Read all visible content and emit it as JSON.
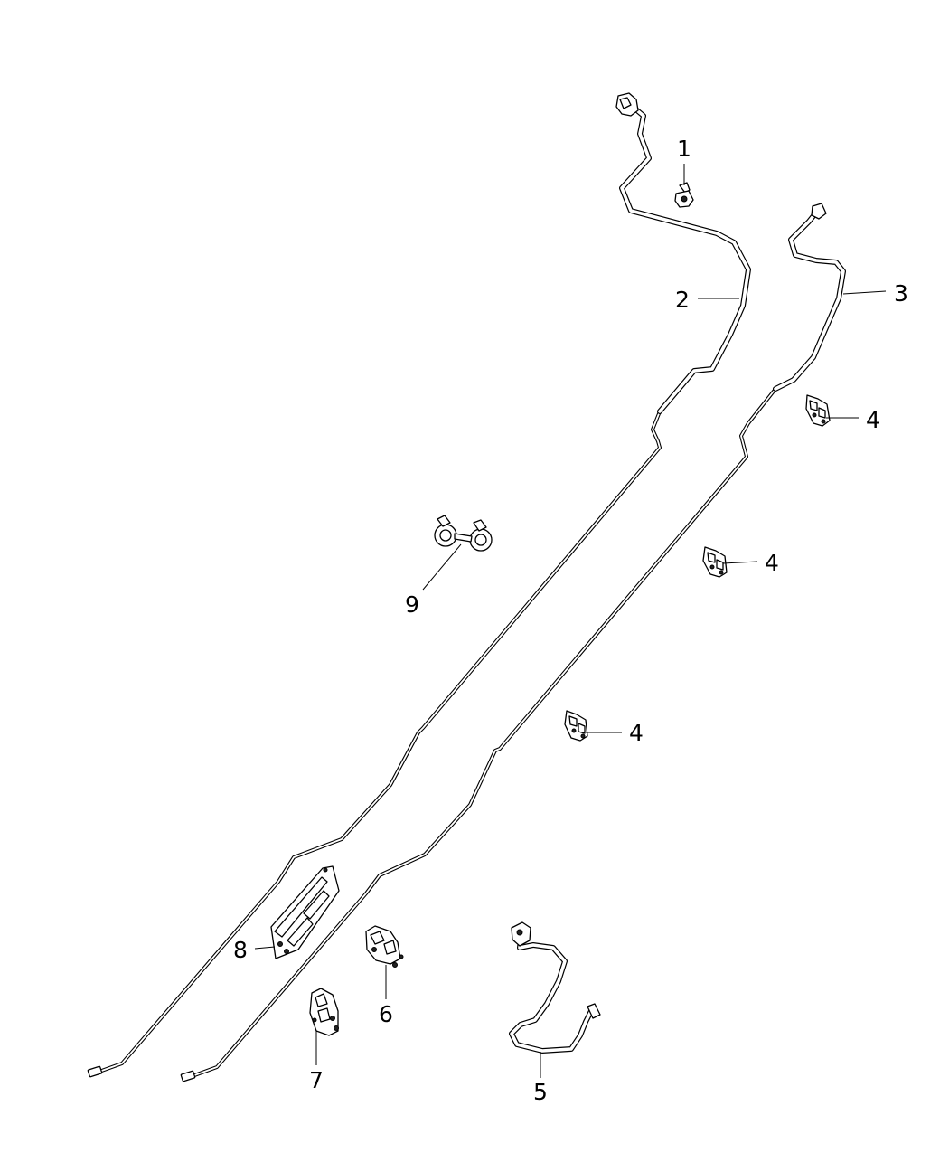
{
  "diagram": {
    "callouts": {
      "c1": "1",
      "c2": "2",
      "c3": "3",
      "c4a": "4",
      "c4b": "4",
      "c4c": "4",
      "c5": "5",
      "c6": "6",
      "c7": "7",
      "c8": "8",
      "c9": "9"
    }
  }
}
